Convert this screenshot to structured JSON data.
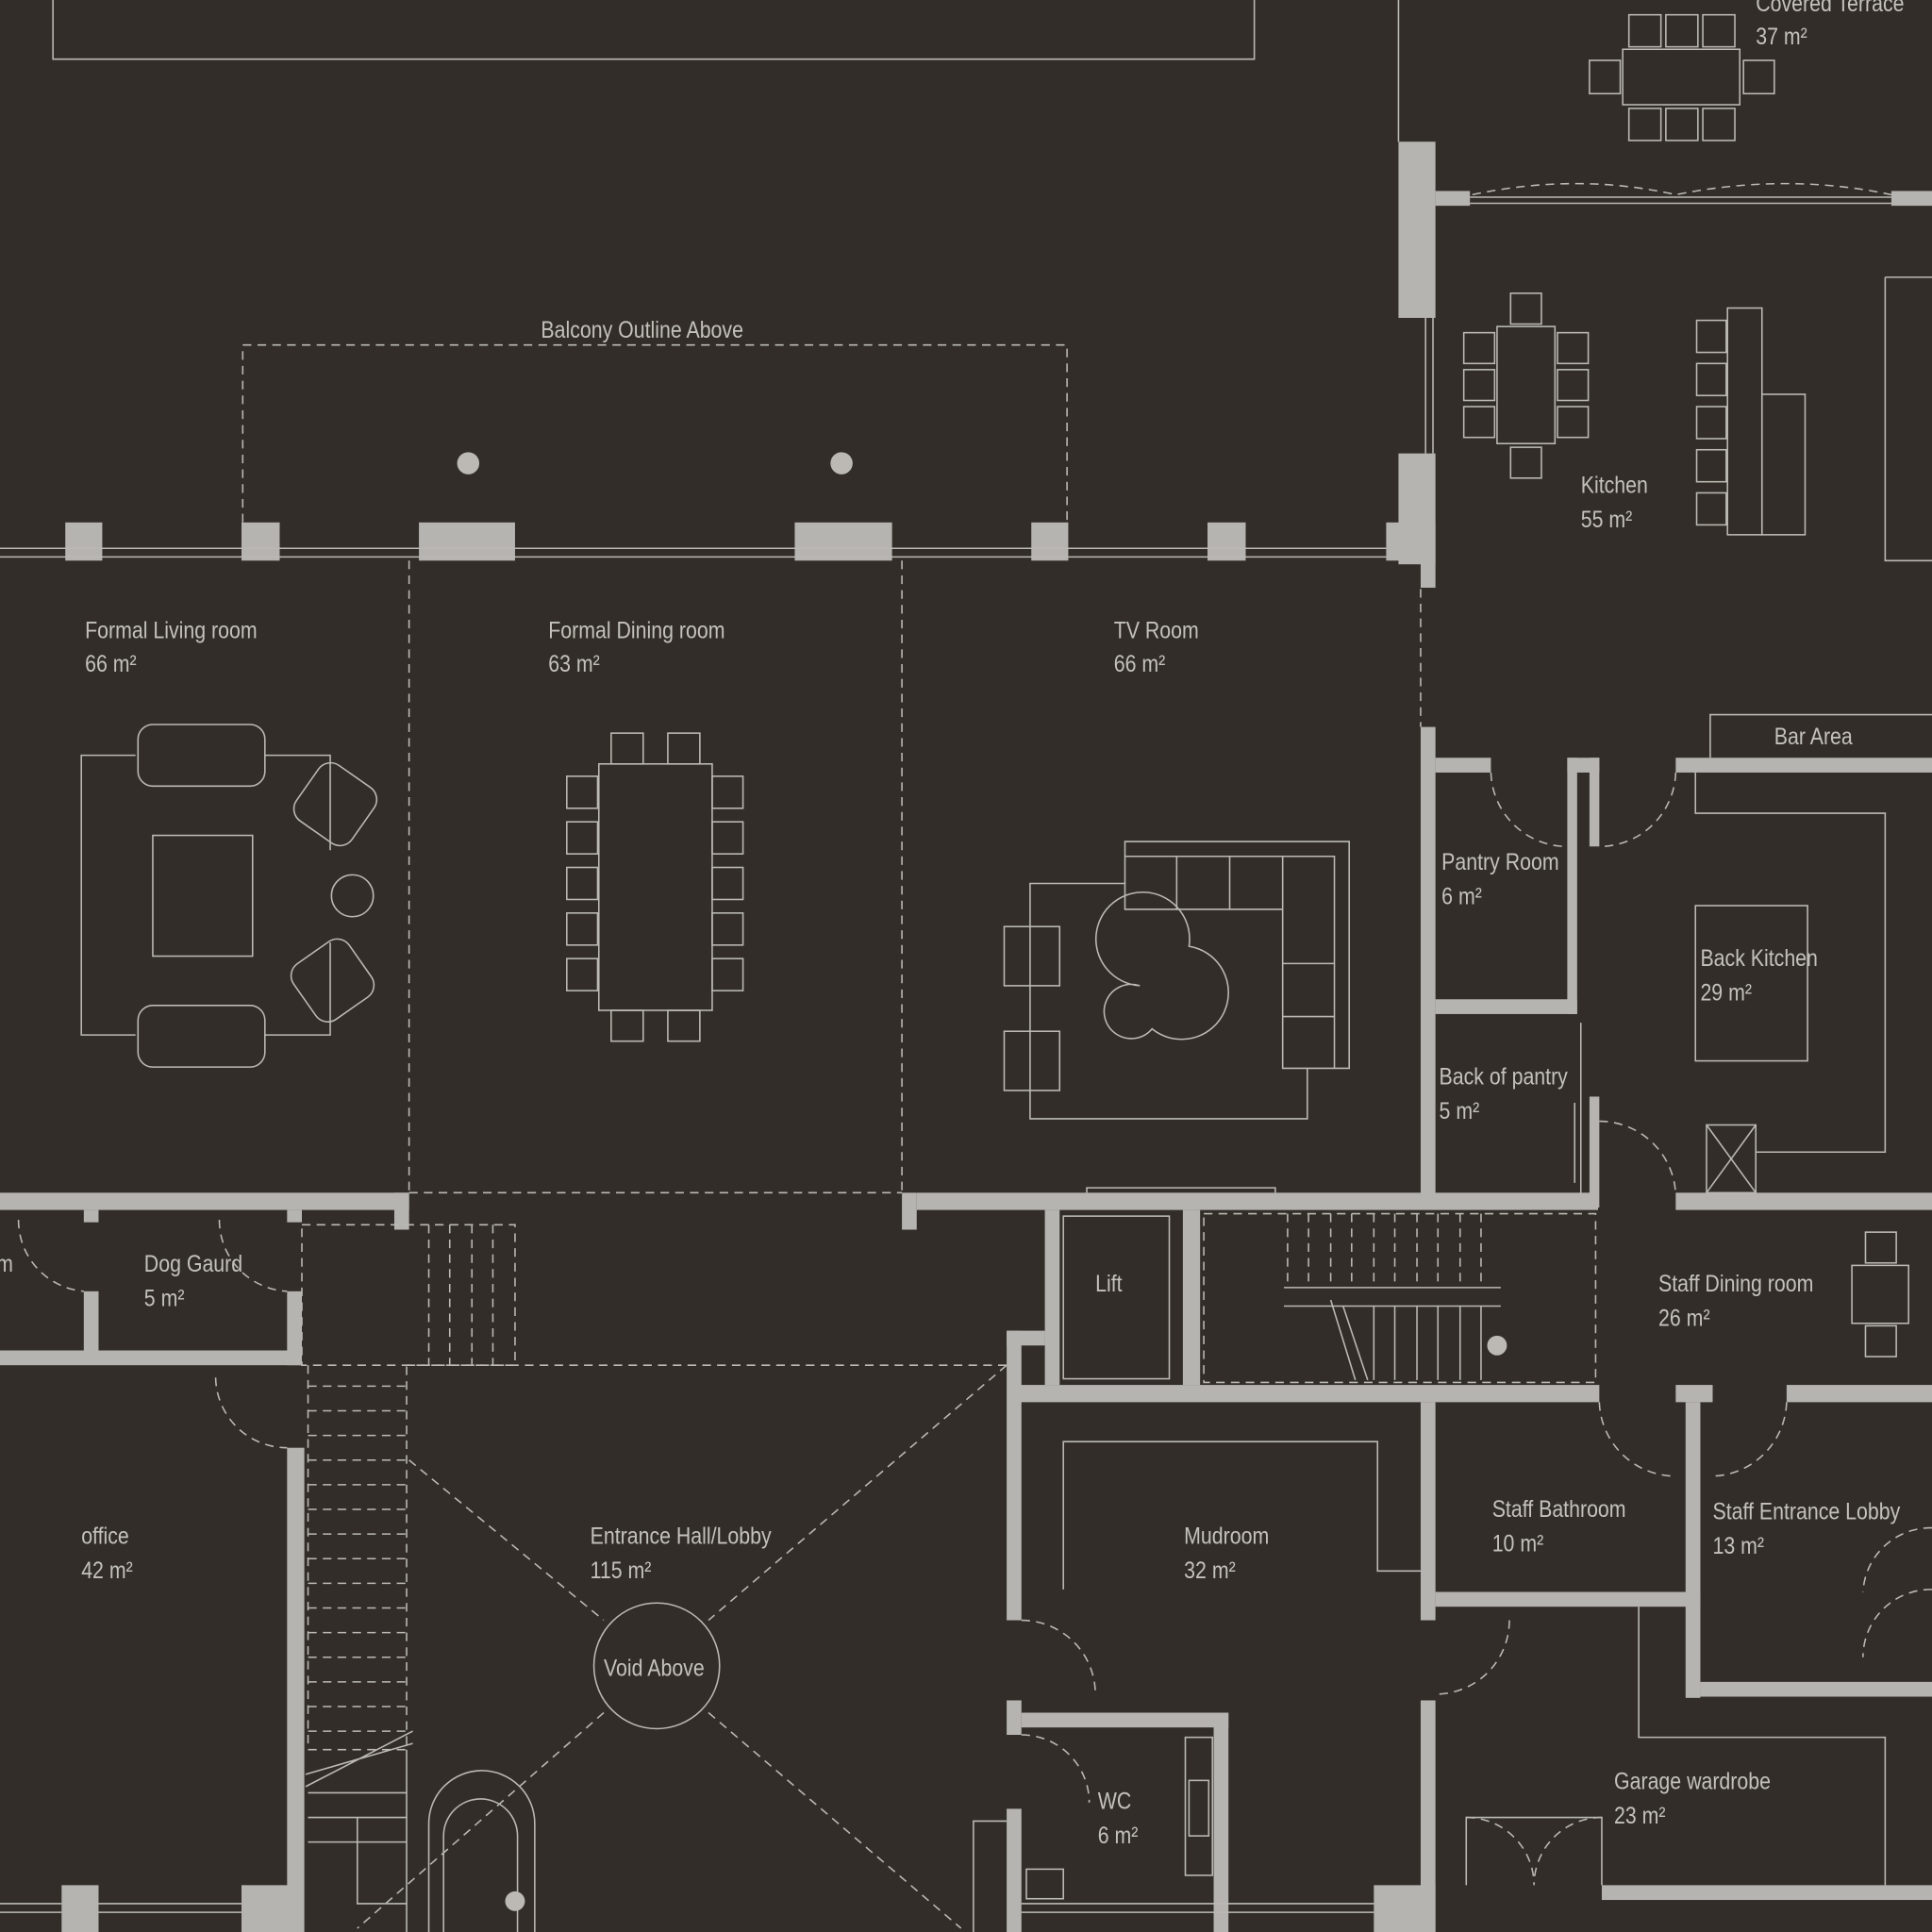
{
  "plan": {
    "annotations": {
      "balcony": "Balcony Outline Above",
      "void": "Void Above"
    },
    "rooms": [
      {
        "id": "covered-terrace",
        "name": "Covered Terrace",
        "area": "37 m²"
      },
      {
        "id": "kitchen",
        "name": "Kitchen",
        "area": "55 m²"
      },
      {
        "id": "formal-living-room",
        "name": "Formal Living room",
        "area": "66 m²"
      },
      {
        "id": "formal-dining-room",
        "name": "Formal Dining room",
        "area": "63 m²"
      },
      {
        "id": "tv-room",
        "name": "TV Room",
        "area": "66 m²"
      },
      {
        "id": "bar-area",
        "name": "Bar Area"
      },
      {
        "id": "pantry-room",
        "name": "Pantry Room",
        "area": "6 m²"
      },
      {
        "id": "back-kitchen",
        "name": "Back Kitchen",
        "area": "29 m²"
      },
      {
        "id": "back-of-pantry",
        "name": "Back of pantry",
        "area": "5 m²"
      },
      {
        "id": "dog-gaurd",
        "name": "Dog Gaurd",
        "area": "5 m²"
      },
      {
        "id": "partial-room",
        "name": "m"
      },
      {
        "id": "lift",
        "name": "Lift"
      },
      {
        "id": "staff-dining-room",
        "name": "Staff Dining room",
        "area": "26 m²"
      },
      {
        "id": "office",
        "name": "office",
        "area": "42 m²"
      },
      {
        "id": "entrance-hall",
        "name": "Entrance Hall/Lobby",
        "area": "115 m²"
      },
      {
        "id": "mudroom",
        "name": "Mudroom",
        "area": "32 m²"
      },
      {
        "id": "staff-bathroom",
        "name": "Staff Bathroom",
        "area": "10 m²"
      },
      {
        "id": "staff-entrance-lobby",
        "name": "Staff Entrance Lobby",
        "area": "13 m²"
      },
      {
        "id": "wc",
        "name": "WC",
        "area": "6 m²"
      },
      {
        "id": "garage-wardrobe",
        "name": "Garage wardrobe",
        "area": "23 m²"
      }
    ]
  }
}
